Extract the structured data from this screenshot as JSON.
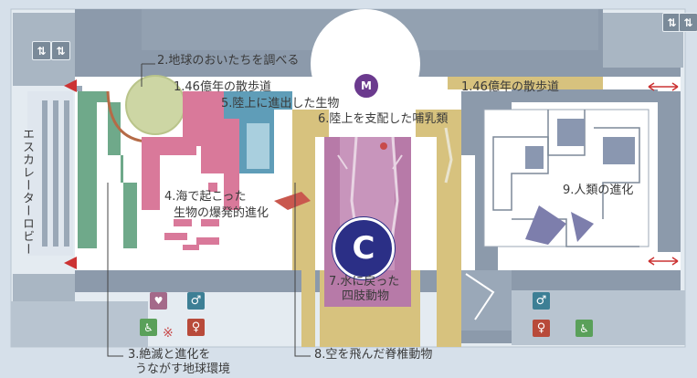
{
  "labels": {
    "exhibit_2": "2.地球のおいたちを調べる",
    "path_left": "1.46億年の散歩道",
    "path_right": "1.46億年の散歩道",
    "exhibit_5": "5.陸上に進出した生物",
    "exhibit_6": "6.陸上を支配した哺乳類",
    "exhibit_4_line1": "4.海で起こった",
    "exhibit_4_line2": "生物の爆発的進化",
    "exhibit_9": "9.人類の進化",
    "exhibit_7_line1": "7.水に戻った",
    "exhibit_7_line2": "四肢動物",
    "exhibit_3_line1": "3.絶滅と進化を",
    "exhibit_3_line2": "うながす地球環境",
    "exhibit_8": "8.空を飛んだ脊椎動物",
    "escalator_lobby": "エスカレーターロビー",
    "floor_mark": "C"
  },
  "icons": {
    "elevator": "elevator-icon",
    "restroom_men": "restroom-men-icon",
    "restroom_women": "restroom-women-icon",
    "accessible": "accessible-restroom-icon",
    "nursing": "nursing-room-icon",
    "museum_logo": "museum-logo-icon",
    "entrance_arrow": "entrance-arrow-icon",
    "two_way_arrow": "two-way-arrow-icon"
  },
  "colors": {
    "green_zone": "#6fa98a",
    "pink_zone": "#d9799a",
    "blue_zone": "#5f9db8",
    "yellow_zone": "#d7c27e",
    "purple_zone": "#b77aa8",
    "gray_building": "#8c9aab",
    "floor_mark": "#2b2f86",
    "arrow_red": "#cc3333"
  }
}
